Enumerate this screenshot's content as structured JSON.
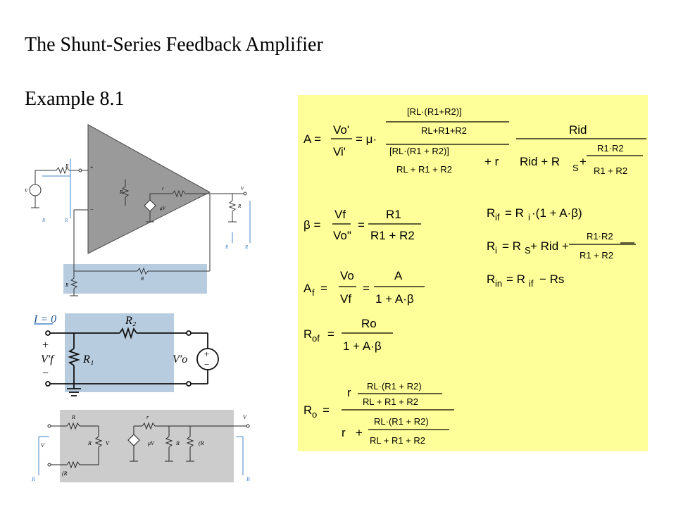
{
  "title": "The Shunt-Series Feedback Amplifier",
  "example": "Example 8.1",
  "fig1": {
    "labels": [
      "R_s",
      "R_id",
      "V_1",
      "r_o",
      "μV_1",
      "V_o",
      "R_L",
      "R_1",
      "R_2",
      "V_s",
      "R_if",
      "R_in",
      "R_out",
      "R_of"
    ],
    "plus": "+",
    "minus": "−"
  },
  "fig2": {
    "I_label": "I = 0",
    "R2": "R₂",
    "R1": "R₁",
    "Vf": "V′f",
    "Vo": "V′o",
    "plus": "+",
    "minus": "−"
  },
  "fig3": {
    "labels": [
      "R_s",
      "R_id",
      "V_1",
      "r_o",
      "μV_1",
      "R_L",
      "(R_2 + R_1)",
      "(R_1 ∥ R_2)",
      "V′_o",
      "V′_i",
      "R_i",
      "R_o"
    ]
  },
  "equations": {
    "A": {
      "lhs": "A =",
      "vo": "Vo'",
      "vi": "Vi'",
      "mu": "= μ·",
      "numtop": "[RL·(R1+R2)]",
      "numbot": "RL+R1+R2",
      "dentop": "[RL·(R1 + R2)]",
      "denbot": "RL + R1 + R2",
      "ro": "+ r",
      "rid": "Rid",
      "dentail": "Rid + R",
      "rs_sub": "S",
      "plus": "+",
      "r1r2": "R1·R2",
      "r1pr2": "R1 + R2"
    },
    "beta": {
      "lhs": "β =",
      "vf": "Vf",
      "vo": "Vo\"",
      "eq": "=",
      "num": "R1",
      "den": "R1 + R2"
    },
    "Af": {
      "lhs": "A",
      "sub": "f",
      "eq": "=",
      "vo": "Vo",
      "vf": "Vf",
      "eq2": "=",
      "num": "A",
      "den": "1 + A·β"
    },
    "Rof": {
      "lhs": "R",
      "sub": "of",
      "eq": "=",
      "num": "Ro",
      "den": "1 + A·β"
    },
    "Ro": {
      "lhs": "R",
      "sub": "o",
      "eq": "=",
      "ro": "r",
      "num_top": "RL·(R1 + R2)",
      "num_bot": "RL + R1 + R2",
      "plus": "+",
      "den_top": "RL·(R1 + R2)",
      "den_bot": "RL + R1 + R2"
    },
    "Rif": {
      "text": "R",
      "sub": "if",
      "eq": "= R",
      "sub2": "i",
      "rest": "·(1 + A·β)"
    },
    "Ri": {
      "text": "R",
      "sub": "i",
      "eq": "= R",
      "sub2": "S",
      "rest": "+ Rid +",
      "num": "R1·R2",
      "den": "R1 + R2"
    },
    "Rin": {
      "text": "R",
      "sub": "in",
      "eq": "= R",
      "sub2": "if",
      "rest": "− Rs"
    }
  }
}
